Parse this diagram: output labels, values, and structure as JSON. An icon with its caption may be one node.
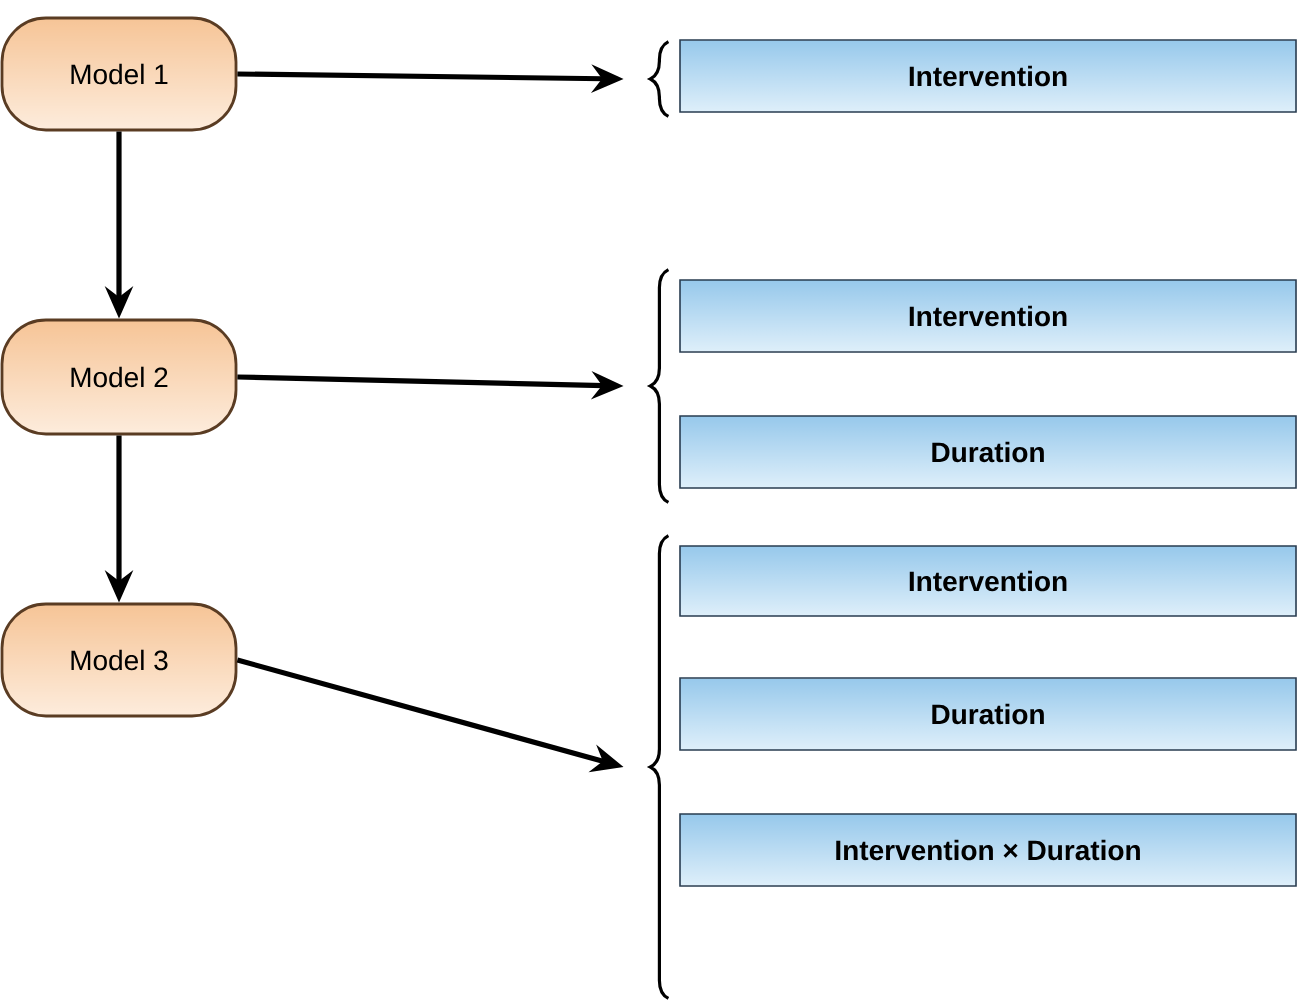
{
  "diagram": {
    "nodes": [
      {
        "text": [
          "Model 1"
        ]
      },
      {
        "text": [],
        "shape": "brace"
      },
      {
        "text": [
          "Intervention"
        ]
      },
      {
        "text": [
          "Model 2"
        ]
      },
      {
        "text": [],
        "shape": "brace"
      },
      {
        "text": [
          "Intervention"
        ]
      },
      {
        "text": [
          "Duration"
        ]
      },
      {
        "text": [
          "Model 3"
        ]
      },
      {
        "text": [],
        "shape": "brace"
      },
      {
        "text": [
          "Intervention"
        ]
      },
      {
        "text": [
          "Duration"
        ]
      },
      {
        "text": [
          "Intervention × Duration"
        ]
      }
    ],
    "edges": [
      {
        "from": 0,
        "to": 1,
        "arrow": "to"
      },
      {
        "from": 0,
        "to": 3,
        "arrow": "to"
      },
      {
        "from": 3,
        "to": 4,
        "arrow": "to"
      },
      {
        "from": 3,
        "to": 7,
        "arrow": "to"
      },
      {
        "from": 7,
        "to": 8,
        "arrow": "to"
      }
    ]
  }
}
